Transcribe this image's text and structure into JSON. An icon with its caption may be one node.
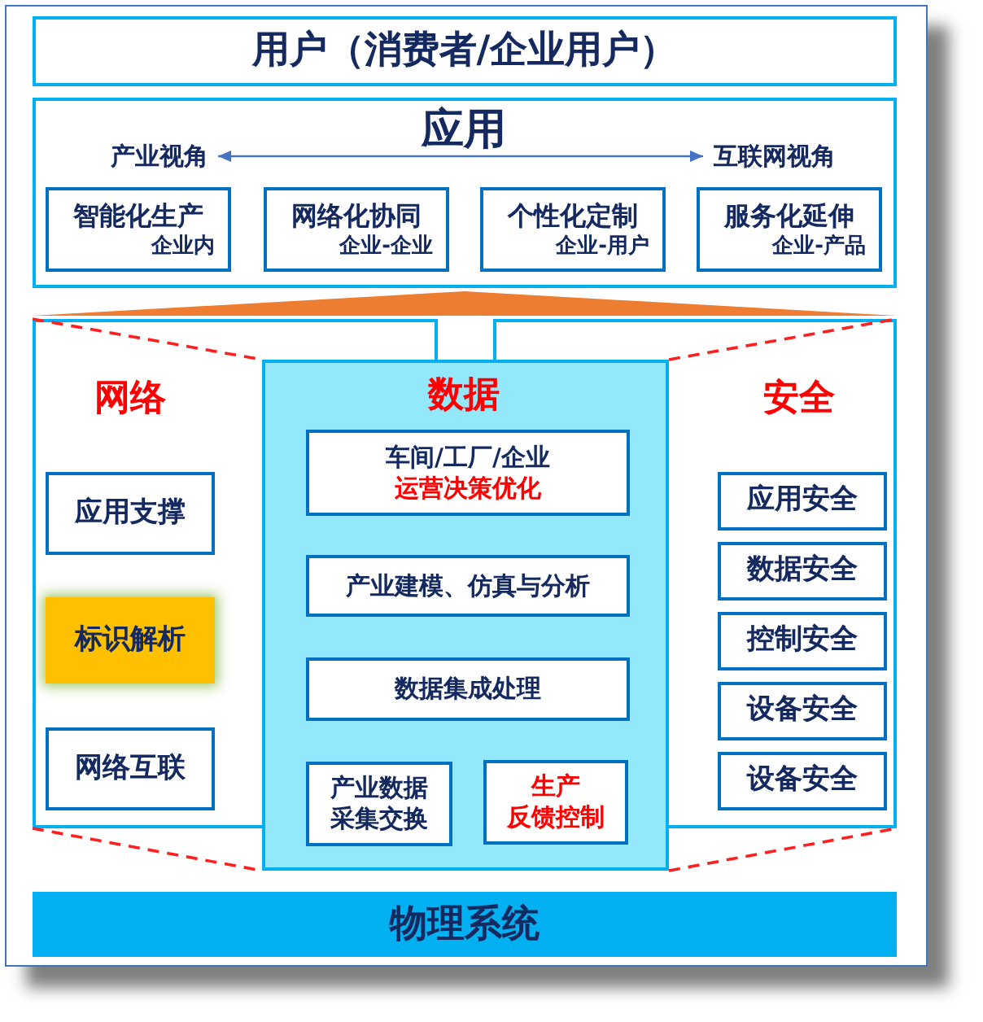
{
  "diagram": {
    "nodes": [
      {
        "text": [
          "用户（消费者/企业用户）"
        ]
      },
      {
        "text": [
          "应用"
        ]
      },
      {
        "text": [
          "产业视角"
        ],
        "in": 1
      },
      {
        "text": [
          "互联网视角"
        ],
        "in": 1
      },
      {
        "text": [
          "智能化生产",
          "企业内"
        ],
        "in": 1
      },
      {
        "text": [
          "网络化协同",
          "企业-企业"
        ],
        "in": 1
      },
      {
        "text": [
          "个性化定制",
          "企业-用户"
        ],
        "in": 1
      },
      {
        "text": [
          "服务化延伸",
          "企业-产品"
        ],
        "in": 1
      },
      {
        "text": [],
        "shape": "triangle"
      },
      {
        "text": [
          "网络"
        ]
      },
      {
        "text": [
          "应用支撑"
        ],
        "in": 9
      },
      {
        "text": [
          "标识解析"
        ],
        "in": 9
      },
      {
        "text": [
          "网络互联"
        ],
        "in": 9
      },
      {
        "text": [
          "数据"
        ]
      },
      {
        "text": [
          "车间/工厂/企业",
          "运营决策优化"
        ],
        "in": 13
      },
      {
        "text": [
          "产业建模、仿真与分析"
        ],
        "in": 13
      },
      {
        "text": [
          "数据集成处理"
        ],
        "in": 13
      },
      {
        "text": [
          "产业数据采集交换"
        ],
        "in": 13
      },
      {
        "text": [
          "生产反馈控制"
        ],
        "in": 13
      },
      {
        "text": [
          "安全"
        ]
      },
      {
        "text": [
          "应用安全"
        ],
        "in": 19
      },
      {
        "text": [
          "数据安全"
        ],
        "in": 19
      },
      {
        "text": [
          "控制安全"
        ],
        "in": 19
      },
      {
        "text": [
          "设备安全"
        ],
        "in": 19
      },
      {
        "text": [
          "设备安全"
        ],
        "in": 19
      },
      {
        "text": [
          "物理系统"
        ]
      }
    ],
    "edges": [
      {
        "from": 2,
        "to": 3,
        "arrow": "both",
        "color": "#4472c4"
      },
      {
        "from": 9,
        "to": 13,
        "arrow": "none",
        "style": "dashed"
      },
      {
        "from": 9,
        "to": 13,
        "arrow": "none",
        "style": "dashed"
      },
      {
        "from": 13,
        "to": 19,
        "arrow": "none",
        "style": "dashed"
      },
      {
        "from": 13,
        "to": 19,
        "arrow": "none",
        "style": "dashed"
      }
    ]
  }
}
